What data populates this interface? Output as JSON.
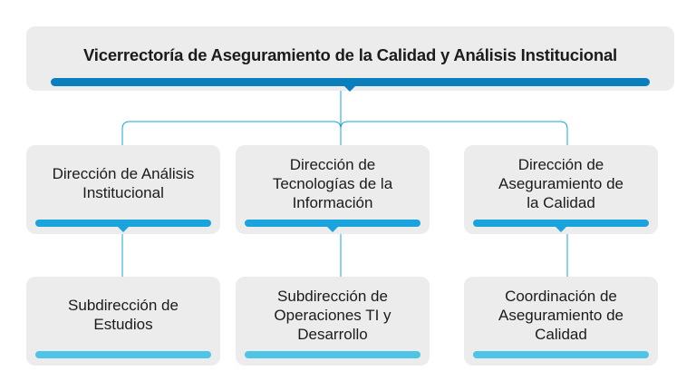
{
  "top": {
    "title": "Vicerrectoría de Aseguramiento de la Calidad y Análisis Institucional"
  },
  "level2": [
    {
      "lines": [
        "Dirección de Análisis",
        "Institucional"
      ]
    },
    {
      "lines": [
        "Dirección de",
        "Tecnologías de la",
        "Información"
      ]
    },
    {
      "lines": [
        "Dirección de",
        "Aseguramiento de",
        "la Calidad"
      ]
    }
  ],
  "level3": [
    {
      "lines": [
        "Subdirección de",
        "Estudios"
      ]
    },
    {
      "lines": [
        "Subdirección de",
        "Operaciones TI y",
        "Desarrollo"
      ]
    },
    {
      "lines": [
        "Coordinación de",
        "Aseguramiento de",
        "Calidad"
      ]
    }
  ],
  "colors": {
    "top_bar": "#0a7fbe",
    "level2_bar": "#1aa4de",
    "level3_bar": "#4ec4e6",
    "connector": "#1aa4de",
    "box_fill": "#ececec"
  }
}
